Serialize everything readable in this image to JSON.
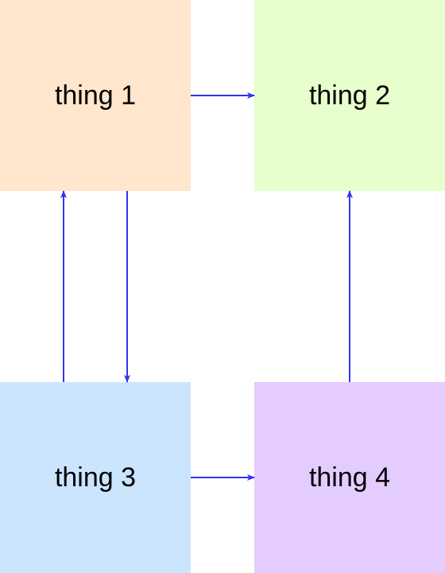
{
  "nodes": [
    {
      "id": "thing1",
      "label": "thing 1",
      "color": "#ffe6cc"
    },
    {
      "id": "thing2",
      "label": "thing 2",
      "color": "#e6ffcc"
    },
    {
      "id": "thing3",
      "label": "thing 3",
      "color": "#cce5ff"
    },
    {
      "id": "thing4",
      "label": "thing 4",
      "color": "#e5ccff"
    }
  ],
  "edges": [
    {
      "from": "thing1",
      "to": "thing2"
    },
    {
      "from": "thing1",
      "to": "thing3"
    },
    {
      "from": "thing3",
      "to": "thing1"
    },
    {
      "from": "thing3",
      "to": "thing4"
    },
    {
      "from": "thing4",
      "to": "thing2"
    }
  ],
  "edge_color": "#3333ee"
}
